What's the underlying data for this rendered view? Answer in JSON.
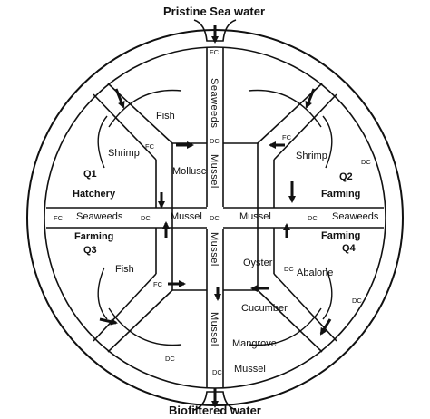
{
  "header": {
    "inflow_label": "Pristine Sea water"
  },
  "footer": {
    "outflow_label": "Biofiltered water"
  },
  "channels": {
    "north": "Seaweeds",
    "upper_center": "Mussel",
    "lower_center": "Mussel",
    "south": "Mussel",
    "center_left": "Mussel",
    "center_right": "Mussel",
    "west": "Seaweeds",
    "east": "Seaweeds",
    "outer_bottom": "Mussel"
  },
  "quadrants": {
    "q1": {
      "id": "Q1",
      "name": "Hatchery",
      "top": "Fish",
      "middle": "Shrimp",
      "inner": "Mollusc"
    },
    "q2": {
      "id": "Q2",
      "name": "Farming",
      "middle": "Shrimp"
    },
    "q3": {
      "id": "Q3",
      "name": "Farming",
      "middle": "Fish"
    },
    "q4": {
      "id": "Q4",
      "name": "Farming",
      "inner": "Oyster",
      "middle": "Abalone",
      "lower": "Cucumber",
      "outer": "Mangrove"
    }
  },
  "markers": {
    "fc": "FC",
    "dc": "DC"
  },
  "colors": {
    "ink": "#111111",
    "background": "#ffffff"
  }
}
